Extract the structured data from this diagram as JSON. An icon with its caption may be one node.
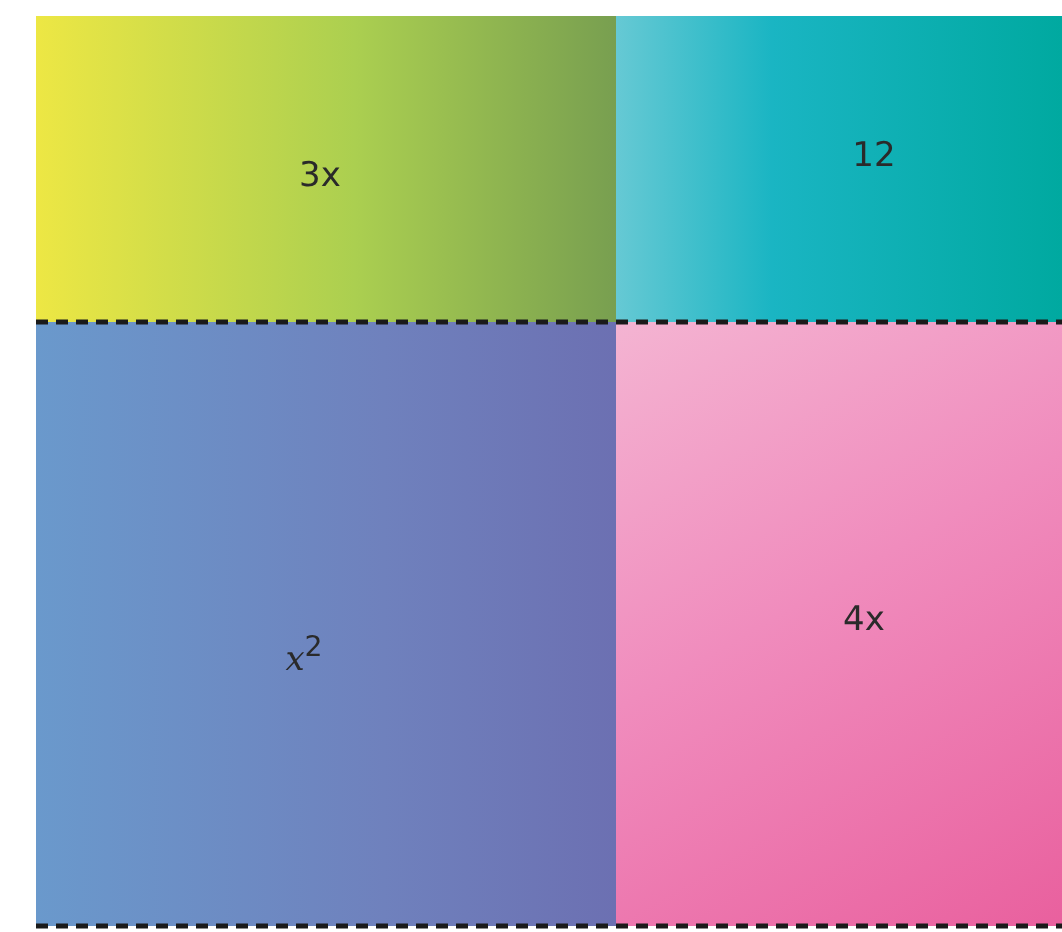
{
  "diagram": {
    "nodes": [
      {
        "text": [
          "3x"
        ]
      },
      {
        "text": [
          "12"
        ]
      },
      {
        "text": [
          "*x*$^{2}$"
        ]
      },
      {
        "text": [
          "4x"
        ]
      }
    ]
  }
}
